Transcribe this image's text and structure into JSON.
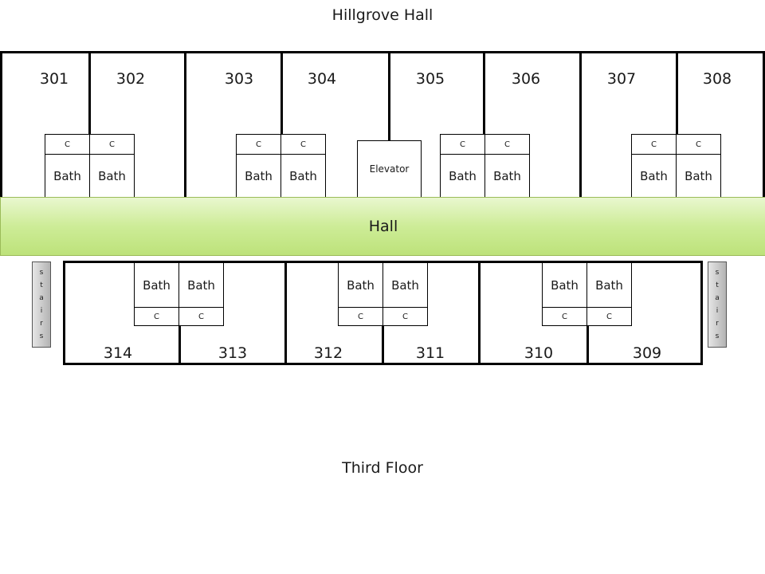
{
  "building_title": "Hillgrove Hall",
  "floor_title": "Third Floor",
  "hall_label": "Hall",
  "elevator_label": "Elevator",
  "bath_label": "Bath",
  "closet_label": "C",
  "stairs_letters": [
    "s",
    "t",
    "a",
    "i",
    "r",
    "s"
  ],
  "top_rooms": [
    "301",
    "302",
    "303",
    "304",
    "305",
    "306",
    "307",
    "308"
  ],
  "bottom_rooms": [
    "314",
    "313",
    "312",
    "311",
    "310",
    "309"
  ],
  "colors": {
    "hall_fill": "#cdec97",
    "hall_border": "#9bbb59",
    "stairs_fill": "#c8c8c8"
  }
}
